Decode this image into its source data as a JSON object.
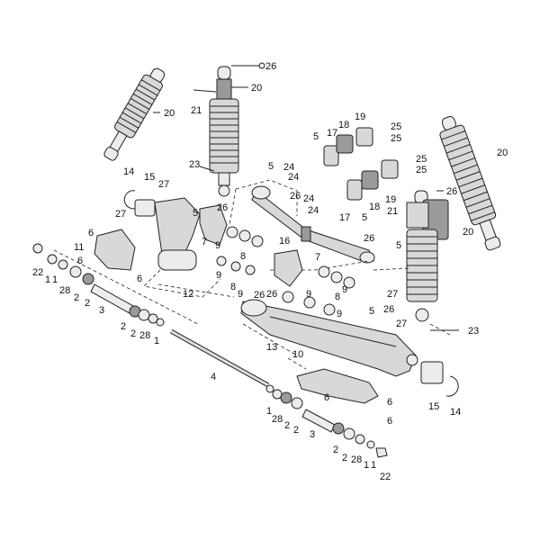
{
  "labels": {
    "shock_tl": "20",
    "shock_tc": "20",
    "shock_r": "20",
    "shock_rc": "20",
    "l26a": "26",
    "l21a": "21",
    "l23a": "23",
    "l27a": "27",
    "l14a": "14",
    "l15a": "15",
    "l27b": "27",
    "l6a": "6",
    "l11": "11",
    "l6b": "6",
    "l22a": "22",
    "l1a": "1",
    "l1b": "1",
    "l28a": "28",
    "l2a": "2",
    "l2b": "2",
    "l6c": "6",
    "l3a": "3",
    "l2c": "2",
    "l2d": "2",
    "l28b": "28",
    "l1c": "1",
    "l12": "12",
    "l7a": "7",
    "l5a": "5",
    "l26b": "26",
    "l9a": "9",
    "l8a": "8",
    "l9b": "9",
    "l8b": "8",
    "l9c": "9",
    "l26c": "26",
    "l16": "16",
    "l5b": "5",
    "l26d": "26",
    "l17a": "17",
    "l18a": "18",
    "l19a": "19",
    "l25a": "25",
    "l25b": "25",
    "l5c": "5",
    "l24a": "24",
    "l24b": "24",
    "l25c": "25",
    "l25d": "25",
    "l24c": "24",
    "l24d": "24",
    "l19b": "19",
    "l17b": "17",
    "l5d": "5",
    "l18b": "18",
    "l21b": "21",
    "l26e": "26",
    "l5e": "5",
    "l26f": "26",
    "l7b": "7",
    "l26g": "26",
    "l9d": "9",
    "l8c": "8",
    "l9e": "9",
    "l27c": "27",
    "l5f": "5",
    "l9f": "9",
    "l26h": "26",
    "l27d": "27",
    "l23b": "23",
    "l13": "13",
    "l4": "4",
    "l10": "10",
    "l6d": "6",
    "l6e": "6",
    "l6f": "6",
    "l15b": "15",
    "l14b": "14",
    "l1d": "1",
    "l28c": "28",
    "l2e": "2",
    "l2f": "2",
    "l3b": "3",
    "l2g": "2",
    "l2h": "2",
    "l28d": "28",
    "l1e": "1",
    "l1f": "1",
    "l22b": "22"
  }
}
